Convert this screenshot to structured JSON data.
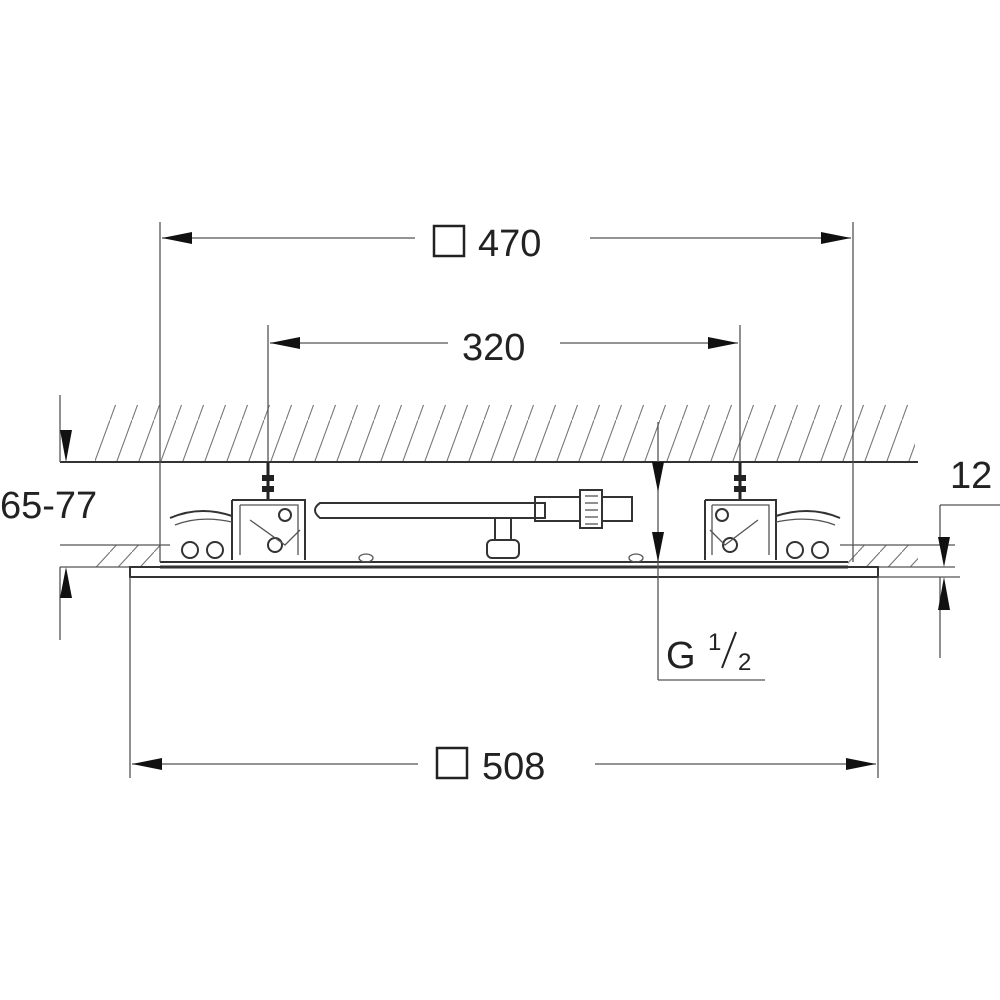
{
  "dimensions": {
    "outer_top": "470",
    "inner_top": "320",
    "depth_range": "65-77",
    "plate_thickness": "12",
    "outer_bottom": "508"
  },
  "thread": {
    "letter": "G",
    "numerator": "1",
    "denominator": "2"
  }
}
